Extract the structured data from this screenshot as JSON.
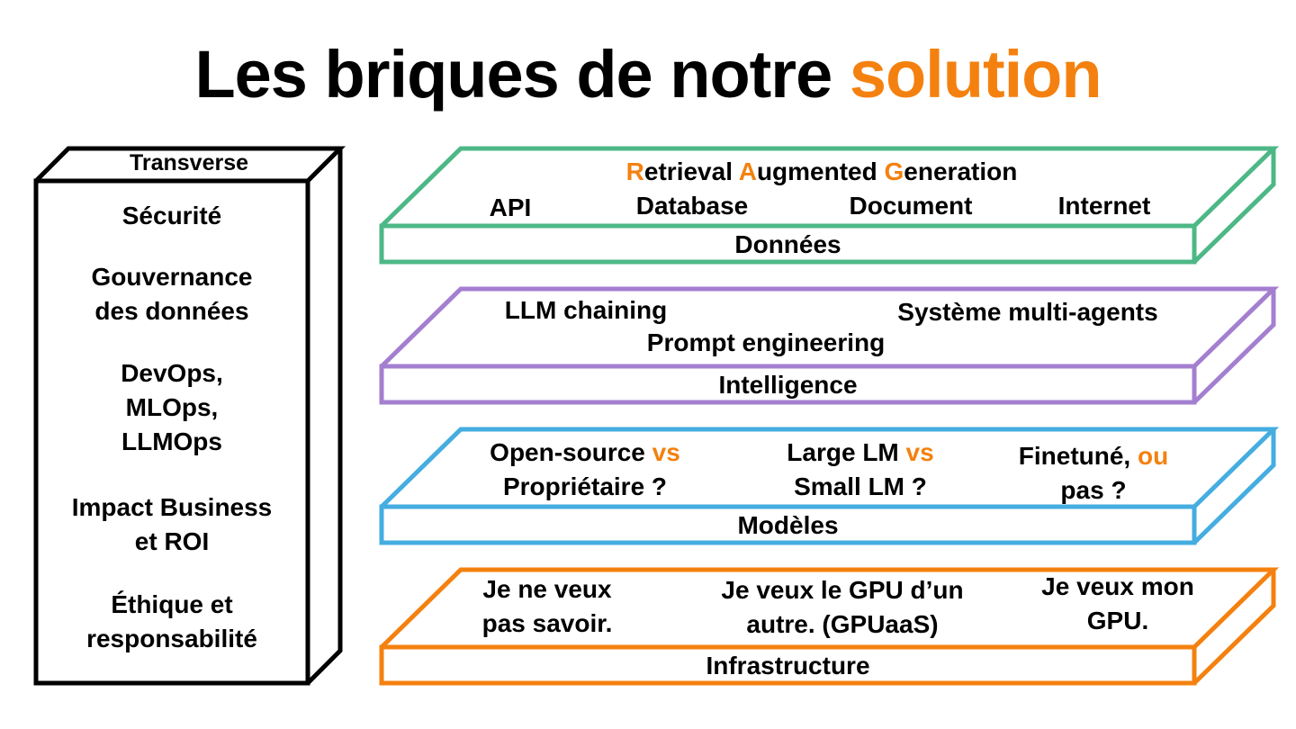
{
  "title": {
    "main": "Les briques de notre ",
    "accent": "solution"
  },
  "colors": {
    "accent": "#f4810f",
    "donnees": "#4db886",
    "intelligence": "#a47fd0",
    "modeles": "#45ade0",
    "infrastructure": "#f4810f",
    "transverse": "#000000"
  },
  "transverse": {
    "header": "Transverse",
    "items": [
      [
        "Sécurité"
      ],
      [
        "Gouvernance",
        "des données"
      ],
      [
        "DevOps,",
        "MLOps,",
        "LLMOps"
      ],
      [
        "Impact Business",
        "et ROI"
      ],
      [
        "Éthique et",
        "responsabilité"
      ]
    ]
  },
  "layers": {
    "donnees": {
      "label": "Données",
      "rag": {
        "r": "R",
        "r_rest": "etrieval ",
        "a": "A",
        "a_rest": "ugmented ",
        "g": "G",
        "g_rest": "eneration"
      },
      "items": [
        "API",
        "Database",
        "Document",
        "Internet"
      ]
    },
    "intelligence": {
      "label": "Intelligence",
      "items": [
        "LLM chaining",
        "Système multi-agents",
        "Prompt engineering"
      ]
    },
    "modeles": {
      "label": "Modèles",
      "q1": {
        "a": "Open-source ",
        "vs": "vs",
        "b": "Propriétaire ?"
      },
      "q2": {
        "a": "Large LM ",
        "vs": "vs",
        "b": "Small LM ?"
      },
      "q3": {
        "a": "Finetuné, ",
        "ou": "ou",
        "b": "pas ?"
      }
    },
    "infrastructure": {
      "label": "Infrastructure",
      "items": [
        [
          "Je ne veux",
          "pas savoir."
        ],
        [
          "Je veux le GPU d’un",
          "autre. (GPUaaS)"
        ],
        [
          "Je veux mon",
          "GPU."
        ]
      ]
    }
  }
}
